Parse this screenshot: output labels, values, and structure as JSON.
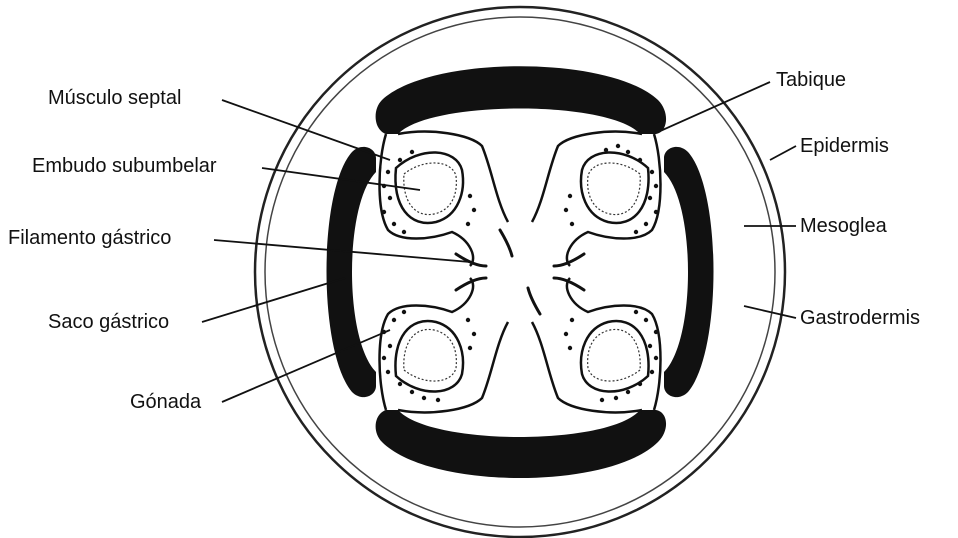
{
  "figure": {
    "labels": {
      "musculo_septal": "Músculo septal",
      "embudo_subumbelar": "Embudo subumbelar",
      "filamento_gastrico": "Filamento gástrico",
      "saco_gastrico": "Saco gástrico",
      "gonada": "Gónada",
      "tabique": "Tabique",
      "epidermis": "Epidermis",
      "mesoglea": "Mesoglea",
      "gastrodermis": "Gastrodermis"
    }
  }
}
